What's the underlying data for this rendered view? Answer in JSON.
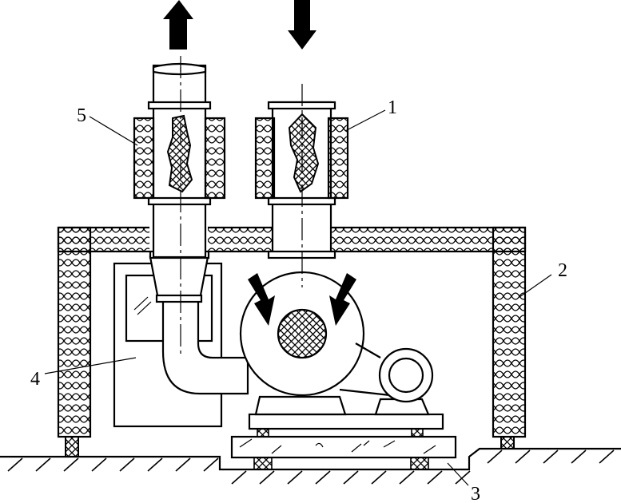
{
  "labels": {
    "silencer_inlet": "1",
    "sound_enclosure": "2",
    "vibration_isolator": "3",
    "fan_outlet_duct": "4",
    "silencer_outlet": "5"
  },
  "colors": {
    "line": "#000000",
    "background": "#ffffff"
  }
}
